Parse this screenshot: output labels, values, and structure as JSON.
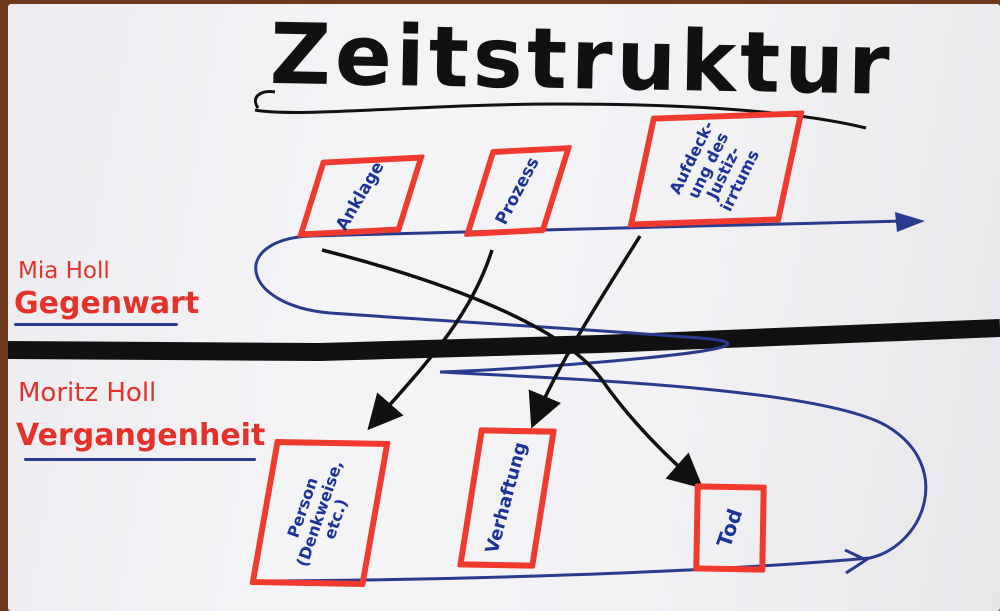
{
  "title": "Zeitstruktur",
  "present": {
    "name": "Mia Holl",
    "label": "Gegenwart"
  },
  "past": {
    "name": "Moritz Holl",
    "label": "Vergangenheit"
  },
  "upper_boxes": [
    {
      "label": "Anklage"
    },
    {
      "label": "Prozess"
    },
    {
      "label": "Aufdeck-\nung des\nJustiz-\nirrtums"
    }
  ],
  "lower_boxes": [
    {
      "label": "Person\n(Denkweise,\netc.)"
    },
    {
      "label": "Verhaftung"
    },
    {
      "label": "Tod"
    }
  ],
  "colors": {
    "red_marker": "#ef3a2d",
    "blue_marker": "#2a3b8f",
    "black_marker": "#111111",
    "paper": "#f2f2f5"
  }
}
